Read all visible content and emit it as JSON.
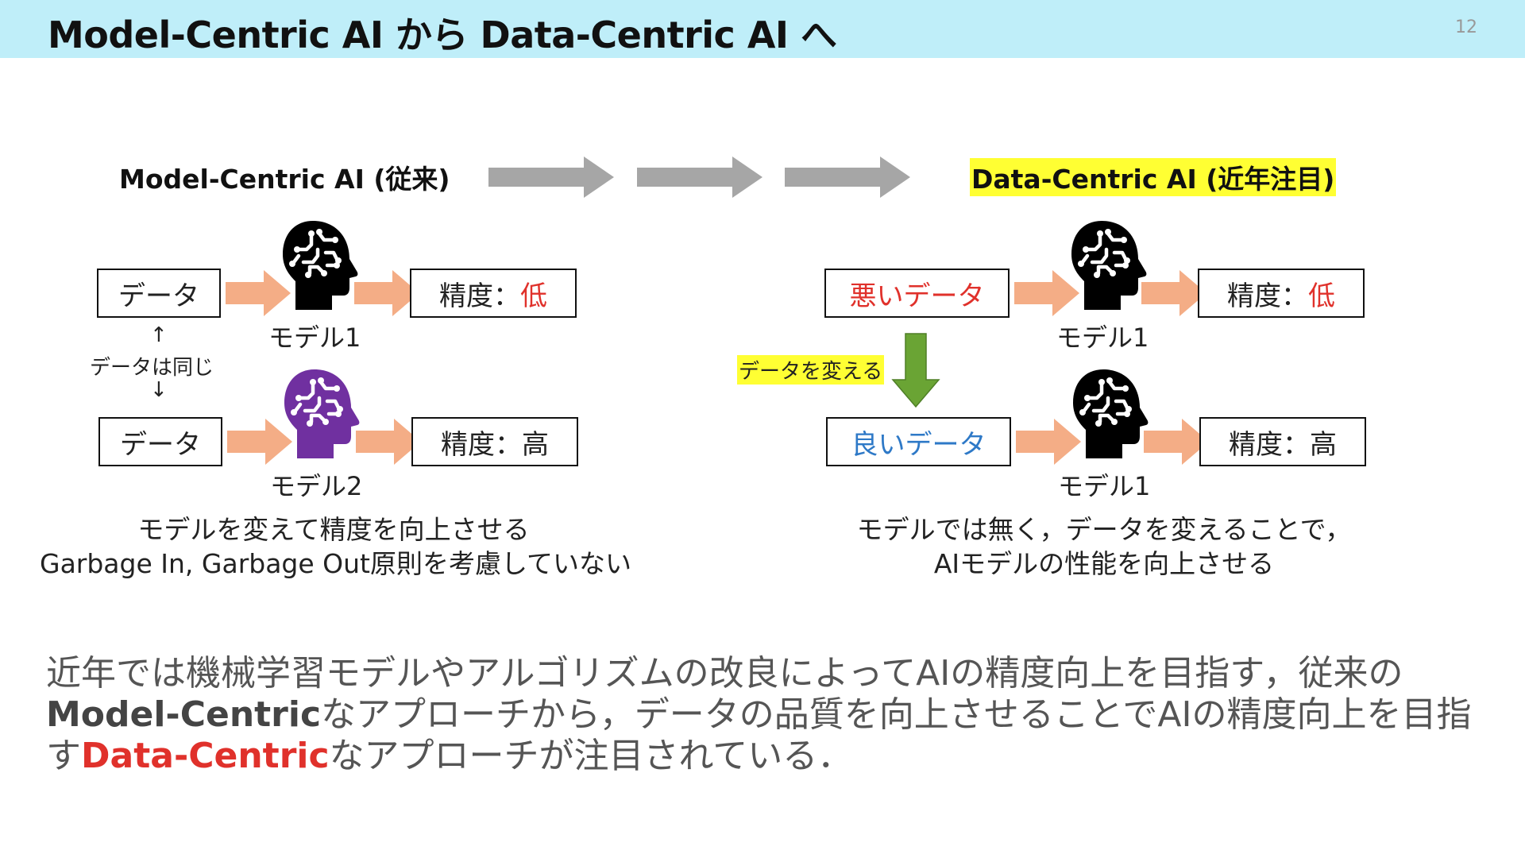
{
  "slide": {
    "title": "Model-Centric AI から Data-Centric AI へ",
    "page_number": "12"
  },
  "left": {
    "heading": "Model-Centric AI (従来)",
    "data_box_1": "データ",
    "data_box_2": "データ",
    "same_data_note": "データは同じ",
    "up_arrow": "↑",
    "down_arrow": "↓",
    "model_1": "モデル1",
    "model_2": "モデル2",
    "acc_1_label": "精度：",
    "acc_1_value": "低",
    "acc_2_label": "精度：",
    "acc_2_value": "高",
    "caption_line1": "モデルを変えて精度を向上させる",
    "caption_line2": "Garbage In, Garbage Out原則を考慮していない"
  },
  "right": {
    "heading": "Data-Centric AI (近年注目)",
    "bad_data": "悪いデータ",
    "good_data": "良いデータ",
    "change_data_note": "データを変える",
    "model_1a": "モデル1",
    "model_1b": "モデル1",
    "acc_1_label": "精度：",
    "acc_1_value": "低",
    "acc_2_label": "精度：",
    "acc_2_value": "高",
    "caption_line1": "モデルでは無く，データを変えることで，",
    "caption_line2": "AIモデルの性能を向上させる"
  },
  "summary": {
    "part1": "近年では機械学習モデルやアルゴリズムの改良によってAIの精度向上を目指す，従来の",
    "bold1": "Model-Centric",
    "part2": "なアプローチから，データの品質を向上させることでAIの精度向上を目指す",
    "bold2": "Data-Centric",
    "part3": "なアプローチが注目されている．"
  },
  "colors": {
    "header_bg": "#bfeef9",
    "highlight": "#ffff33",
    "process_arrow": "#f4ad86",
    "transition_arrow": "#a6a6a6",
    "change_arrow": "#6aa434",
    "model2_head": "#7030a0",
    "model_head": "#000000",
    "low_accuracy": "#e0312b",
    "good_data": "#2e79c7"
  },
  "icons": [
    "ai-head-icon"
  ]
}
